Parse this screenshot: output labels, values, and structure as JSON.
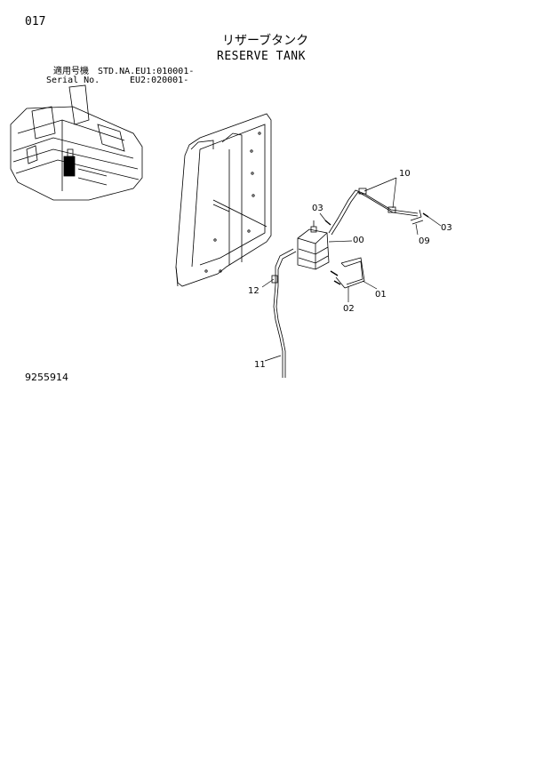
{
  "header": {
    "page_number": "017",
    "title_jp": "リザーブタンク",
    "title_en": "RESERVE TANK"
  },
  "serial_block": {
    "label_jp": "適用号機",
    "label_en": "Serial No.",
    "line1": "STD.NA.EU1:010001-",
    "line2": "EU2:020001-"
  },
  "callouts": {
    "c00": "00",
    "c01": "01",
    "c02": "02",
    "c03a": "03",
    "c03b": "03",
    "c09": "09",
    "c10": "10",
    "c11": "11",
    "c12": "12"
  },
  "footer": {
    "drawing_number": "9255914"
  }
}
